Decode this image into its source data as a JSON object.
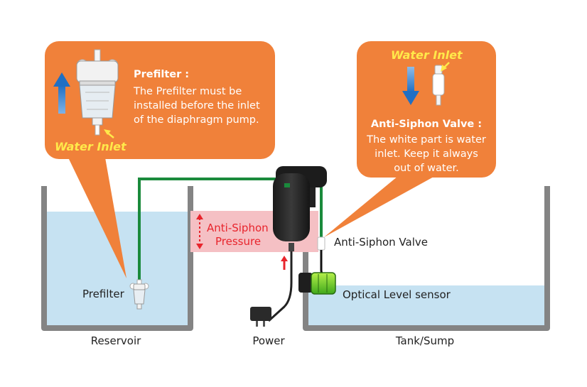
{
  "callout_prefilter": {
    "title": "Prefilter :",
    "lines": [
      "The Prefilter must be",
      "installed before the inlet",
      "of the diaphragm pump."
    ],
    "inlet_label": "Water Inlet"
  },
  "callout_valve": {
    "inlet_label": "Water Inlet",
    "title": "Anti-Siphon Valve :",
    "lines": [
      "The white part is water",
      "inlet. Keep it always",
      "out of water."
    ]
  },
  "labels": {
    "prefilter": "Prefilter",
    "pressure_line1": "Anti-Siphon",
    "pressure_line2": "Pressure",
    "valve": "Anti-Siphon Valve",
    "sensor": "Optical Level sensor"
  },
  "captions": {
    "reservoir": "Reservoir",
    "power": "Power",
    "tank": "Tank/Sump"
  },
  "colors": {
    "callout": "#f0813a",
    "tube": "#1a8a3c",
    "water": "#c6e2f2",
    "tank_wall": "#848484",
    "pressure_zone": "#f5c0c4",
    "accent_red": "#e8242c",
    "inlet_text": "#ffe94a",
    "arrow_blue": "#1f6fc4"
  }
}
